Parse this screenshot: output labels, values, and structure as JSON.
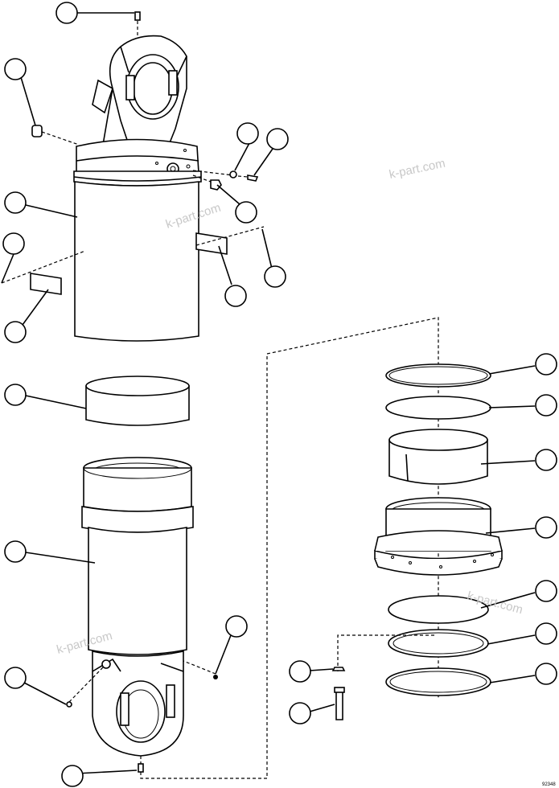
{
  "watermarks": [
    "k-part.com",
    "k-part.com",
    "k-part.com",
    "k-part.com"
  ],
  "drawing_code": "92348",
  "callout_count": 24
}
